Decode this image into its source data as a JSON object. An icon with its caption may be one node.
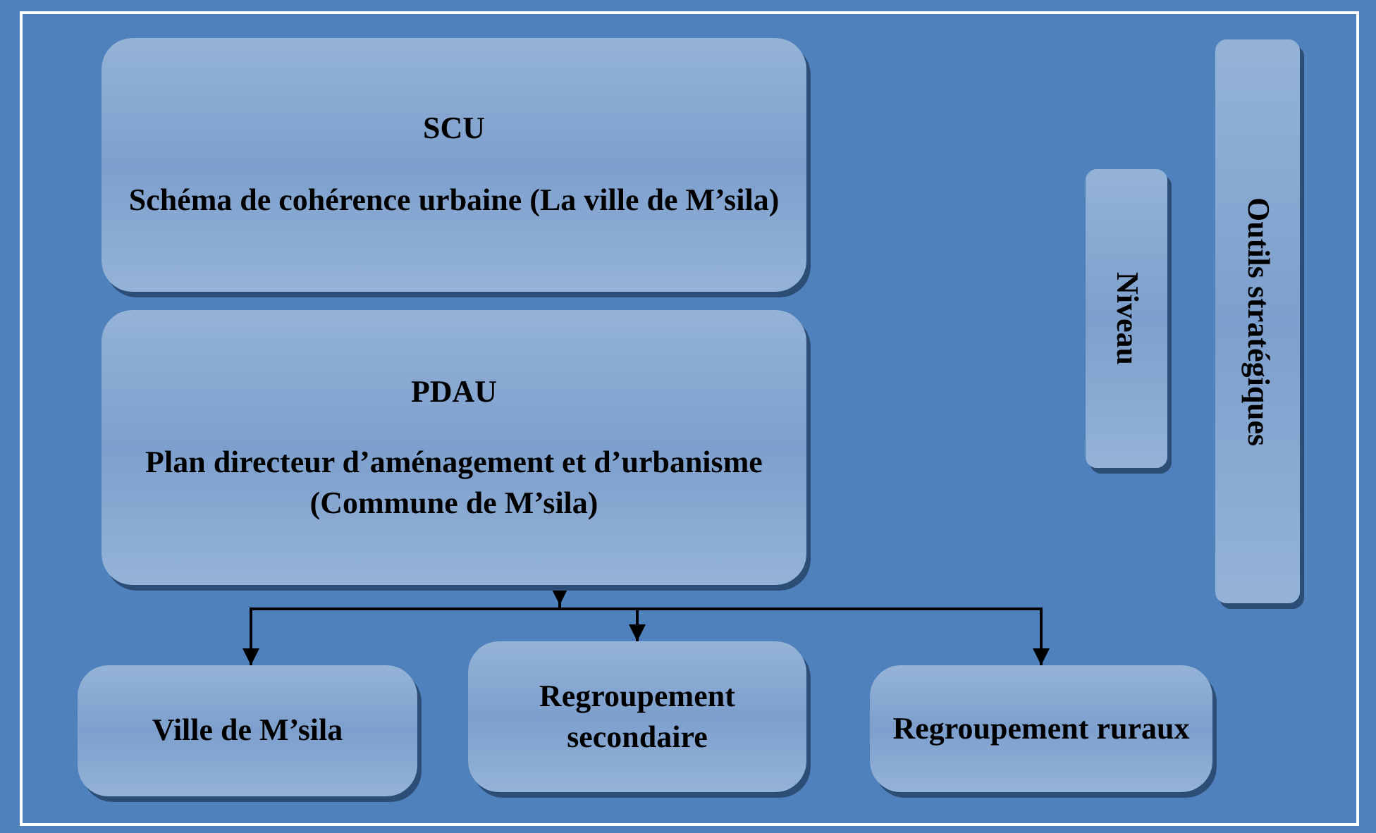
{
  "diagram": {
    "nodes": [
      {
        "text": [
          "SCU",
          "Schéma de cohérence urbaine (La ville de M’sila)"
        ]
      },
      {
        "text": [
          "PDAU",
          "Plan directeur d’aménagement et d’urbanisme (Commune de M’sila)"
        ]
      },
      {
        "text": [
          "Ville de M’sila"
        ]
      },
      {
        "text": [
          "Regroupement secondaire"
        ]
      },
      {
        "text": [
          "Regroupement ruraux"
        ]
      },
      {
        "text": [
          "Niveau"
        ]
      },
      {
        "text": [
          "Outils stratégiques"
        ]
      }
    ],
    "edges": [
      {
        "from": 1,
        "to": 2,
        "arrow": "to"
      },
      {
        "from": 1,
        "to": 3,
        "arrow": "to"
      },
      {
        "from": 1,
        "to": 4,
        "arrow": "to"
      }
    ]
  }
}
